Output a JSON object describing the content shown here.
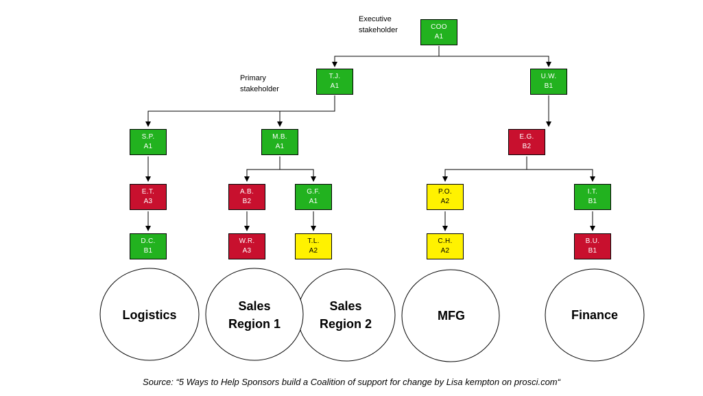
{
  "annotations": {
    "executive": [
      "Executive",
      "stakeholder"
    ],
    "primary": [
      "Primary",
      "stakeholder"
    ]
  },
  "colors": {
    "green": "#22b21f",
    "red": "#c8102e",
    "yellow": "#fff200"
  },
  "nodes": {
    "coo": {
      "name": "COO",
      "rating": "A1",
      "status": "green"
    },
    "tj": {
      "name": "T.J.",
      "rating": "A1",
      "status": "green"
    },
    "uw": {
      "name": "U.W.",
      "rating": "B1",
      "status": "green"
    },
    "sp": {
      "name": "S.P.",
      "rating": "A1",
      "status": "green"
    },
    "mb": {
      "name": "M.B.",
      "rating": "A1",
      "status": "green"
    },
    "eg": {
      "name": "E.G.",
      "rating": "B2",
      "status": "red"
    },
    "et": {
      "name": "E.T.",
      "rating": "A3",
      "status": "red"
    },
    "ab": {
      "name": "A.B.",
      "rating": "B2",
      "status": "red"
    },
    "gf": {
      "name": "G.F.",
      "rating": "A1",
      "status": "green"
    },
    "po": {
      "name": "P.O.",
      "rating": "A2",
      "status": "yellow"
    },
    "lt": {
      "name": "I.T.",
      "rating": "B1",
      "status": "green"
    },
    "dc": {
      "name": "D.C.",
      "rating": "B1",
      "status": "green"
    },
    "wr": {
      "name": "W.R.",
      "rating": "A3",
      "status": "red"
    },
    "tl": {
      "name": "T.L.",
      "rating": "A2",
      "status": "yellow"
    },
    "ch": {
      "name": "C.H.",
      "rating": "A2",
      "status": "yellow"
    },
    "bu": {
      "name": "B.U.",
      "rating": "B1",
      "status": "red"
    }
  },
  "groups": {
    "logistics": [
      "Logistics"
    ],
    "sales1": [
      "Sales",
      "Region 1"
    ],
    "sales2": [
      "Sales",
      "Region 2"
    ],
    "mfg": [
      "MFG"
    ],
    "finance": [
      "Finance"
    ]
  },
  "source": "Source: “5 Ways to Help Sponsors build a Coalition of support for change by Lisa kempton on prosci.com“"
}
